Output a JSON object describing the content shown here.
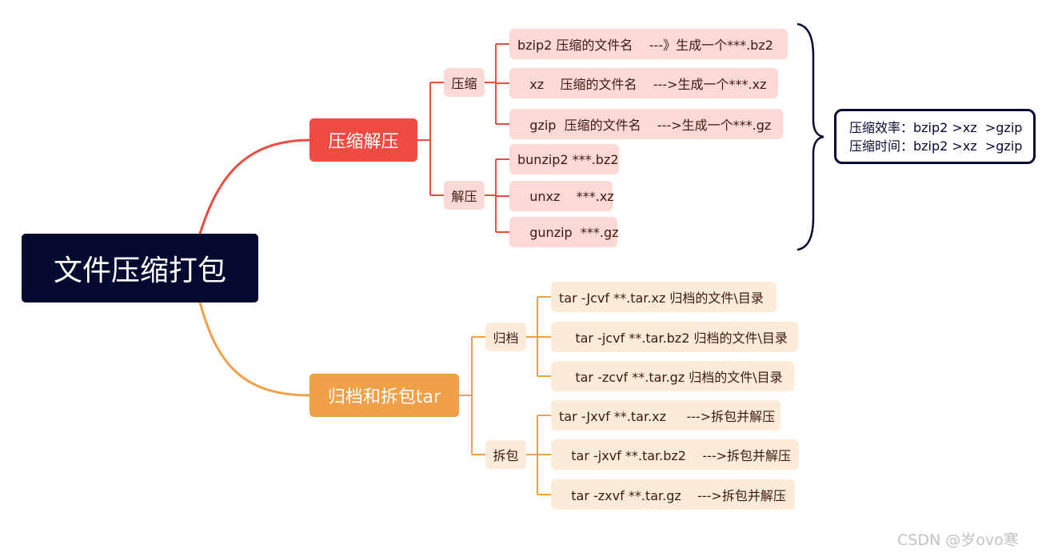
{
  "root": "文件压缩打包",
  "compress_branch": {
    "title": "压缩解压",
    "color": "#f04b40",
    "compress": {
      "label": "压缩",
      "items": [
        "bzip2 压缩的文件名    ---》生成一个***.bz2",
        "   xz    压缩的文件名    --->生成一个***.xz",
        "   gzip  压缩的文件名    --->生成一个***.gz"
      ]
    },
    "decompress": {
      "label": "解压",
      "items": [
        "bunzip2 ***.bz2",
        "   unxz    ***.xz",
        "   gunzip  ***.gz"
      ]
    }
  },
  "archive_branch": {
    "title": "归档和拆包tar",
    "color": "#f0a046",
    "archive": {
      "label": "归档",
      "items": [
        "tar -Jcvf **.tar.xz 归档的文件\\目录",
        "    tar -jcvf **.tar.bz2 归档的文件\\目录",
        "    tar -zcvf **.tar.gz 归档的文件\\目录"
      ]
    },
    "unpack": {
      "label": "拆包",
      "items": [
        "tar -Jxvf **.tar.xz     --->拆包并解压",
        "   tar -jxvf **.tar.bz2    --->拆包并解压",
        "   tar -zxvf **.tar.gz    --->拆包并解压"
      ]
    }
  },
  "summary": {
    "efficiency": "压缩效率：bzip2 >xz  >gzip",
    "time": "压缩时间：bzip2 >xz  >gzip"
  },
  "watermark": "CSDN @岁ovo寒"
}
